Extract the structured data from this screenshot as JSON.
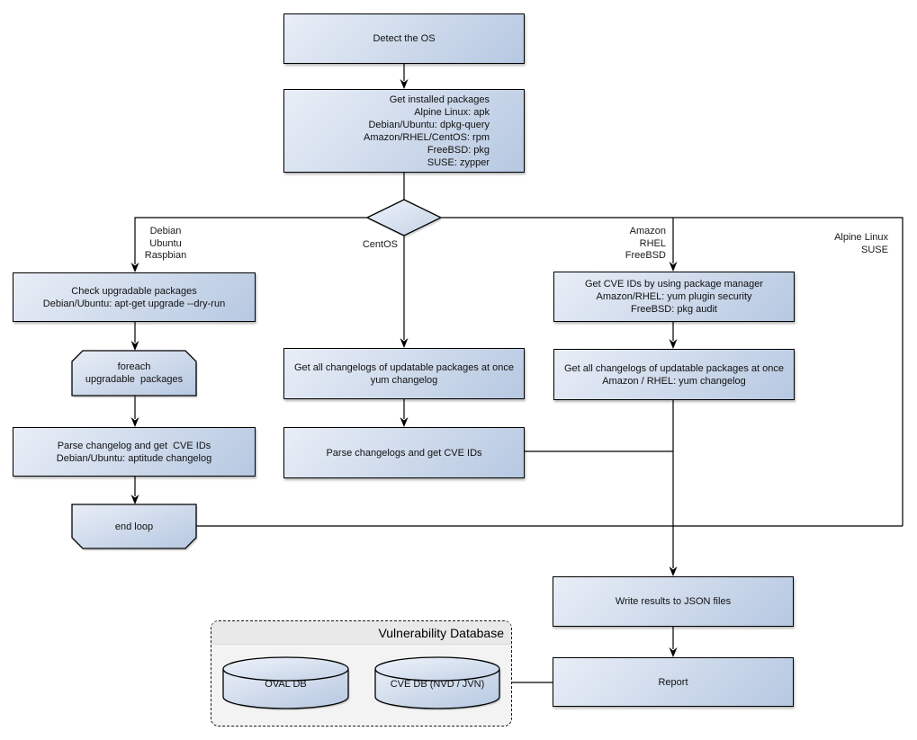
{
  "nodes": {
    "detect_os": {
      "label": "Detect the OS"
    },
    "get_installed_packages": {
      "lines": [
        "Get installed packages",
        "Alpine Linux: apk",
        "Debian/Ubuntu: dpkg-query",
        "Amazon/RHEL/CentOS: rpm",
        "FreeBSD: pkg",
        "SUSE: zypper"
      ]
    },
    "check_upgradable": {
      "lines": [
        "Check upgradable packages",
        "Debian/Ubuntu: apt-get upgrade --dry-run"
      ]
    },
    "foreach_loop": {
      "lines": [
        "foreach",
        "upgradable  packages"
      ]
    },
    "parse_changelog_left": {
      "lines": [
        "Parse changelog and get  CVE IDs",
        "Debian/Ubuntu: aptitude changelog"
      ]
    },
    "end_loop": {
      "label": "end loop"
    },
    "get_changelogs_centos": {
      "lines": [
        "Get all changelogs of updatable packages at once",
        "yum changelog"
      ]
    },
    "parse_changelogs_centos": {
      "label": "Parse changelogs and get CVE IDs"
    },
    "get_cve_ids_pkg_mgr": {
      "lines": [
        "Get CVE IDs by using package manager",
        "Amazon/RHEL: yum plugin security",
        "FreeBSD: pkg audit"
      ]
    },
    "get_changelogs_amazon": {
      "lines": [
        "Get all changelogs of updatable packages at once",
        "Amazon / RHEL: yum changelog"
      ]
    },
    "write_results": {
      "label": "Write results to JSON files"
    },
    "report": {
      "label": "Report"
    }
  },
  "edge_labels": {
    "debian": {
      "lines": [
        "Debian",
        "Ubuntu",
        "Raspbian"
      ]
    },
    "centos": {
      "label": "CentOS"
    },
    "amazon": {
      "lines": [
        "Amazon",
        "RHEL",
        "FreeBSD"
      ]
    },
    "alpine": {
      "lines": [
        "Alpine Linux",
        "SUSE"
      ]
    }
  },
  "database": {
    "title": "Vulnerability Database",
    "cylinders": [
      {
        "label": "OVAL DB"
      },
      {
        "label": "CVE DB (NVD / JVN)"
      }
    ]
  },
  "colors": {
    "node_fill_light": "#e9eef7",
    "node_fill_dark": "#b6c8e1",
    "border": "#000000",
    "container_bg": "#f3f3f3",
    "container_header_bg": "#e9e9e9",
    "line": "#000000"
  }
}
